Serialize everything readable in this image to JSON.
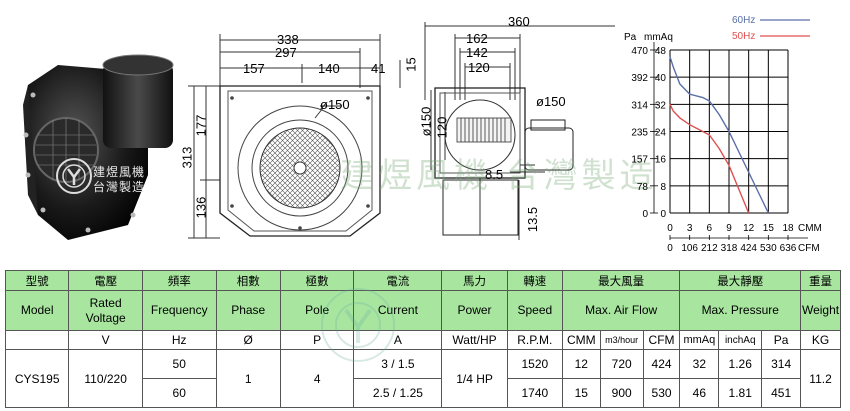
{
  "drawing": {
    "dims": {
      "d338": "338",
      "d297": "297",
      "d157": "157",
      "d140": "140",
      "d41": "41",
      "d15": "15",
      "d177": "177",
      "d313": "313",
      "d136": "136",
      "dia150_front": "ø150",
      "d360": "360",
      "d162": "162",
      "d142": "142",
      "d120_top": "120",
      "dia150_side": "ø150",
      "dia150_vert": "ø150",
      "d120_vert": "120",
      "d85": "8.5",
      "d135": "13.5"
    },
    "logo_text_line1": "建煜風機",
    "logo_text_line2": "台灣製造",
    "watermark": "建煜風機 台灣製造"
  },
  "chart_data": {
    "type": "line",
    "title": "",
    "legend": [
      {
        "name": "60Hz",
        "color": "#5a6fa8"
      },
      {
        "name": "50Hz",
        "color": "#e05050"
      }
    ],
    "y_units": {
      "left": "Pa",
      "right": "mmAq"
    },
    "x_units": {
      "bottom1": "CMM",
      "bottom2": "CFM"
    },
    "y_ticks_pa": [
      "470",
      "392",
      "314",
      "235",
      "157",
      "78",
      "0"
    ],
    "y_ticks_mmaq": [
      "48",
      "40",
      "32",
      "24",
      "16",
      "8",
      "0"
    ],
    "x_ticks_cmm": [
      "0",
      "3",
      "6",
      "9",
      "12",
      "15",
      "18"
    ],
    "x_ticks_cfm": [
      "0",
      "106",
      "212",
      "318",
      "424",
      "530",
      "636"
    ],
    "ylim_mmaq": [
      0,
      48
    ],
    "xlim_cmm": [
      0,
      18
    ],
    "grid": true,
    "legend_position": "top-right",
    "series": [
      {
        "name": "60Hz",
        "color": "#5a6fa8",
        "x": [
          0,
          0.5,
          1.5,
          3,
          5,
          6,
          7.5,
          9,
          10.5,
          12,
          13.5,
          15
        ],
        "y": [
          46,
          43,
          38,
          35,
          34,
          33,
          29,
          24,
          18,
          12,
          6,
          0
        ]
      },
      {
        "name": "50Hz",
        "color": "#e05050",
        "x": [
          0,
          0.5,
          1.5,
          3,
          5,
          6,
          7.5,
          9,
          10.5,
          12
        ],
        "y": [
          32,
          30,
          28,
          26,
          24,
          23,
          19,
          14,
          7,
          0
        ]
      }
    ]
  },
  "table": {
    "header": {
      "model_zh": "型號",
      "voltage_zh": "電壓",
      "freq_zh": "頻率",
      "phase_zh": "相數",
      "pole_zh": "極數",
      "current_zh": "電流",
      "power_zh": "馬力",
      "speed_zh": "轉速",
      "airflow_zh": "最大風量",
      "pressure_zh": "最大靜壓",
      "weight_zh": "重量",
      "model_en": "Model",
      "voltage_en": "Rated Voltage",
      "freq_en": "Frequency",
      "phase_en": "Phase",
      "pole_en": "Pole",
      "current_en": "Current",
      "power_en": "Power",
      "speed_en": "Speed",
      "airflow_en": "Max. Air Flow",
      "pressure_en": "Max. Pressure",
      "weight_en": "Weight"
    },
    "units": {
      "voltage": "V",
      "freq": "Hz",
      "phase": "Ø",
      "pole": "P",
      "current": "A",
      "power": "Watt/HP",
      "speed": "R.P.M.",
      "cmm": "CMM",
      "m3h": "m3/hour",
      "cfm": "CFM",
      "mmaq": "mmAq",
      "inchaq": "inchAq",
      "pa": "Pa",
      "weight": "KG"
    },
    "model": "CYS195",
    "voltage": "110/220",
    "phase": "1",
    "pole": "4",
    "power": "1/4 HP",
    "weight": "11.2",
    "rows": [
      {
        "freq": "50",
        "current": "3 / 1.5",
        "speed": "1520",
        "cmm": "12",
        "m3h": "720",
        "cfm": "424",
        "mmaq": "32",
        "inchaq": "1.26",
        "pa": "314"
      },
      {
        "freq": "60",
        "current": "2.5 / 1.25",
        "speed": "1740",
        "cmm": "15",
        "m3h": "900",
        "cfm": "530",
        "mmaq": "46",
        "inchaq": "1.81",
        "pa": "451"
      }
    ]
  }
}
